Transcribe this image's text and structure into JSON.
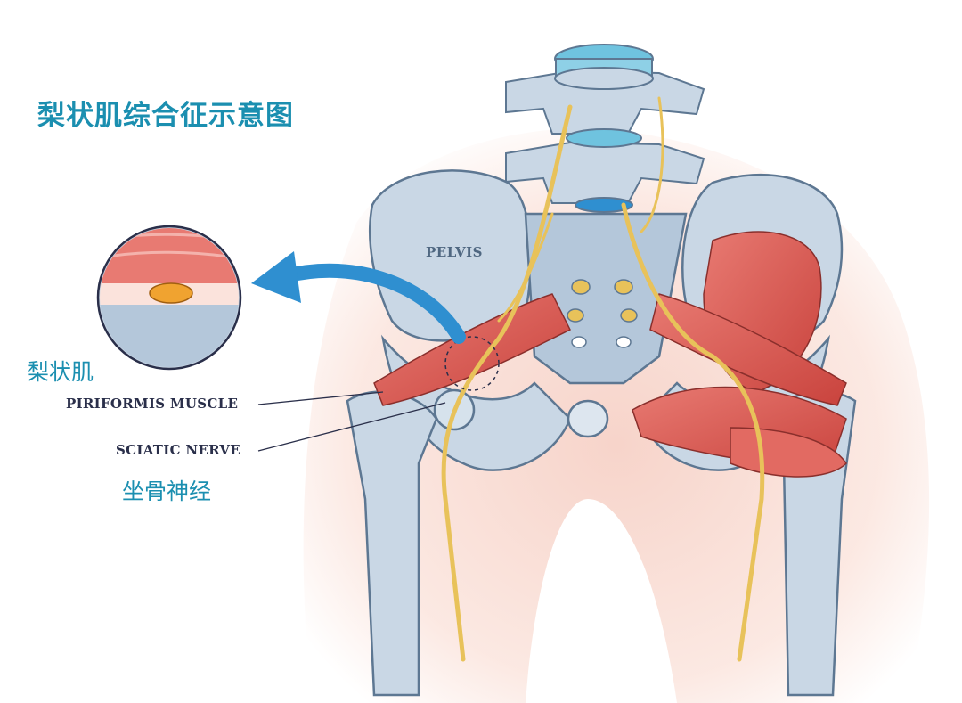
{
  "title": "梨状肌综合征示意图",
  "labels": {
    "pelvis": "PELVIS",
    "piriformis_cn": "梨状肌",
    "piriformis_en": "PIRIFORMIS MUSCLE",
    "sciatic_en": "SCIATIC NERVE",
    "sciatic_cn": "坐骨神经"
  },
  "colors": {
    "title_accent": "#1b8fb0",
    "label_dark": "#2a2f4a",
    "bone": "#c9d7e5",
    "bone_outline": "#5d7792",
    "muscle": "#d9534f",
    "nerve": "#e8c25a",
    "arrow": "#2f8fd0",
    "skin": "#fbe3dc"
  }
}
